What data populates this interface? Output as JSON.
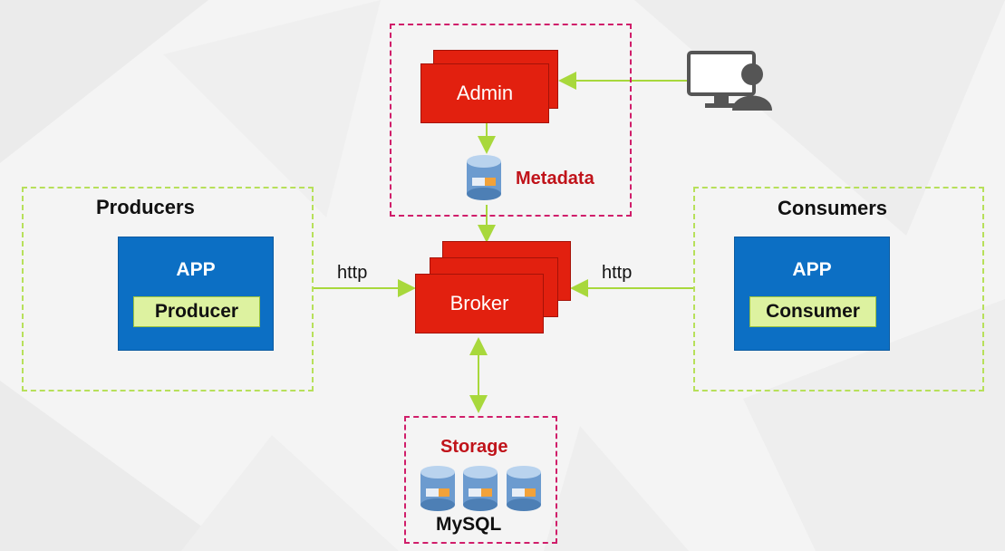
{
  "producers": {
    "title": "Producers",
    "app": "APP",
    "role": "Producer"
  },
  "consumers": {
    "title": "Consumers",
    "app": "APP",
    "role": "Consumer"
  },
  "admin": {
    "label": "Admin"
  },
  "metadata": {
    "label": "Metadata"
  },
  "broker": {
    "label": "Broker"
  },
  "storage": {
    "title": "Storage",
    "db_label": "MySQL"
  },
  "connections": {
    "producer_to_broker": "http",
    "consumer_to_broker": "http"
  },
  "colors": {
    "accent_red": "#e2200f",
    "app_blue": "#0c6fc4",
    "line_green": "#a8d83c",
    "title_red": "#c0131a",
    "chip_green": "#ddf2a0"
  }
}
